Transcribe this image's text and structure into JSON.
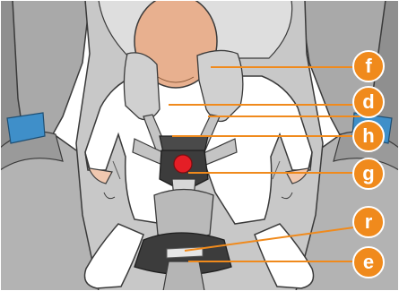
{
  "diagram": {
    "callouts": [
      {
        "id": "f",
        "text": "f"
      },
      {
        "id": "d",
        "text": "d"
      },
      {
        "id": "h",
        "text": "h"
      },
      {
        "id": "g",
        "text": "g"
      },
      {
        "id": "r",
        "text": "r"
      },
      {
        "id": "e",
        "text": "e"
      }
    ]
  },
  "colors": {
    "callout": "#f08a1c",
    "seat_shell": "#a6a6a6",
    "seat_pad": "#cfcfcf",
    "outline": "#3a3a3a",
    "skin": "#e8b08f",
    "suit": "#ffffff",
    "buckle": "#3a3a3a",
    "button": "#e41e26",
    "side_blue": "#3f8fc9"
  }
}
